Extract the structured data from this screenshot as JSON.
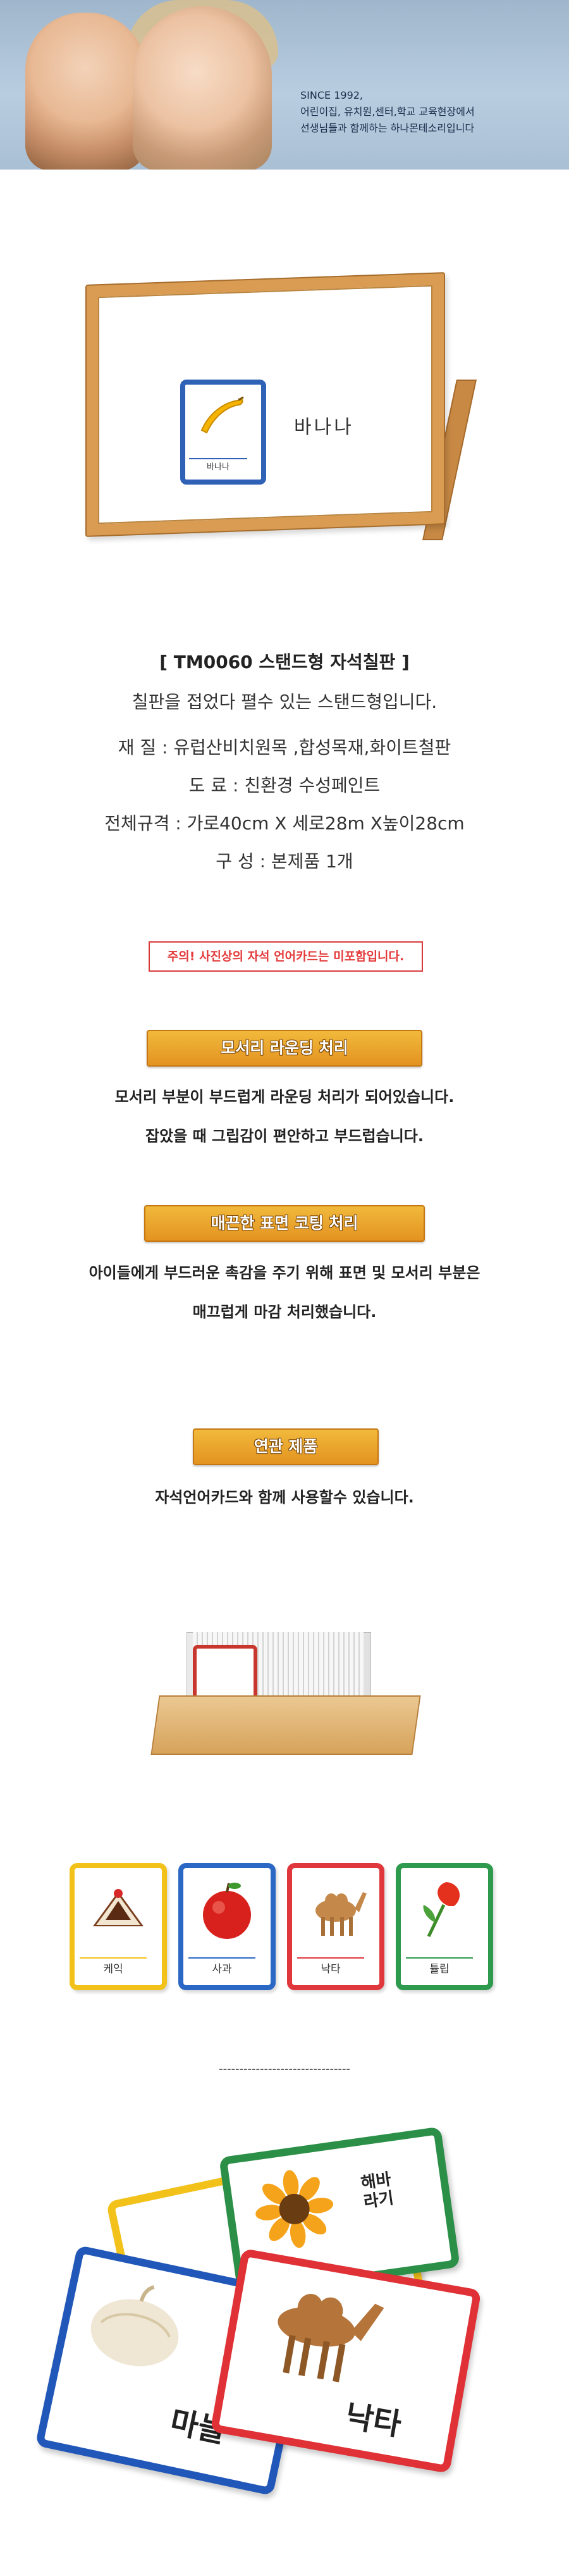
{
  "banner": {
    "lines": [
      "SINCE 1992,",
      "어린이집, 유치원,센터,학교 교육현장에서",
      "선생님들과 함께하는 하나몬테소리입니다"
    ]
  },
  "easel_card": {
    "label": "바나나",
    "handwriting": "바나나"
  },
  "product": {
    "title": "[ TM0060  스탠드형 자석칠판 ]",
    "desc": "칠판을 접었다 펼수 있는 스탠드형입니다.",
    "material": "재 질 : 유럽산비치원목 ,합성목재,화이트철판",
    "paint": "도 료 : 친환경 수성페인트",
    "size": "전체규격 : 가로40cm X 세로28m X높이28cm",
    "composition": "구 성 : 본제품 1개",
    "warning": "주의! 사진상의 자석 언어카드는 미포함입니다."
  },
  "sections": [
    {
      "badge": "모서리 라운딩 처리",
      "lines": [
        "모서리 부분이 부드럽게 라운딩 처리가 되어있습니다.",
        "잡았을 때 그립감이 편안하고 부드럽습니다."
      ]
    },
    {
      "badge": "매끈한 표면 코팅 처리",
      "lines": [
        "아이들에게 부드러운 촉감을 주기 위해 표면 및 모서리 부분은",
        "매끄럽게 마감 처리했습니다."
      ]
    },
    {
      "badge": "연관 제품",
      "lines": [
        "자석언어카드와 함께 사용할수 있습니다."
      ]
    }
  ],
  "cards": [
    {
      "word": "케익",
      "color": "#f2c21a"
    },
    {
      "word": "사과",
      "color": "#2b67c4"
    },
    {
      "word": "낙타",
      "color": "#e0373c"
    },
    {
      "word": "튤립",
      "color": "#2e9a4d"
    }
  ],
  "divider": "--------------------------------",
  "bottom_cards": [
    {
      "word": "마늘",
      "color": "#2157b8"
    },
    {
      "word": "낙타",
      "color": "#df3136"
    },
    {
      "word": "해바라기",
      "color": "#2b8f47"
    },
    {
      "word": "",
      "color": "#f2c21a"
    }
  ]
}
